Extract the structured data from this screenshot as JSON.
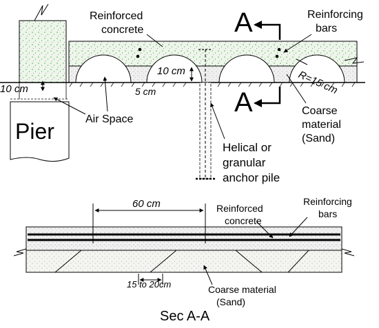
{
  "top_view": {
    "reinforced_concrete": [
      "Reinforced",
      "concrete"
    ],
    "reinforcing_bars": [
      "Reinforcing",
      "bars"
    ],
    "section_mark": "A",
    "dim_10cm_left": "10 cm",
    "dim_10cm_arch": "10 cm",
    "dim_5cm": "5 cm",
    "radius": "R=15 cm",
    "air_space": "Air Space",
    "coarse_material": [
      "Coarse",
      "material",
      "(Sand)"
    ],
    "pier": "Pier",
    "pile_label": [
      "Helical or",
      "granular",
      "anchor pile"
    ]
  },
  "section_view": {
    "dim_60cm": "60 cm",
    "reinforced_concrete": [
      "Reinforced",
      "concrete"
    ],
    "reinforcing_bars": [
      "Reinforcing",
      "bars"
    ],
    "dim_15_20": "15 to 20cm",
    "coarse_material": [
      "Coarse material",
      "(Sand)"
    ],
    "title": "Sec A-A"
  },
  "colors": {
    "concrete_fill": "#eef5ea",
    "concrete_dots": "#3aa84a",
    "sand_fill": "#f4f4f0",
    "line": "#000000"
  }
}
